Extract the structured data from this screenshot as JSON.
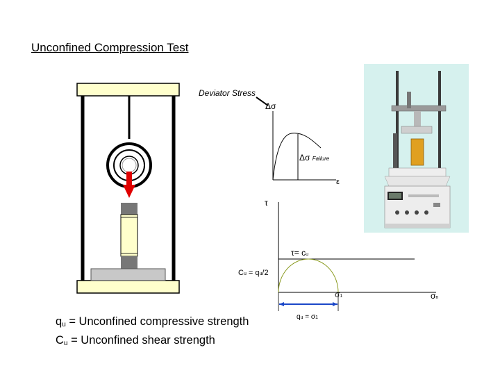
{
  "title": "Unconfined Compression Test",
  "stress_strain": {
    "ylabel": "Deviator Stress",
    "y_symbol": "Δσ",
    "failure_label_symbol": "Δσ",
    "failure_label_sub": "Failure",
    "x_symbol": "ε"
  },
  "mohr": {
    "tau_symbol": "τ",
    "envelope_label": "τ= c",
    "envelope_sub": "u",
    "cu_label": "C",
    "cu_sub": "u",
    "cu_eq": " = q",
    "cu_eq_sub": "u",
    "cu_div": "/2",
    "sigma1_symbol": "σ",
    "sigma1_sub": "1",
    "sigman_symbol": "σ",
    "sigman_sub": "n",
    "qu_label": "q",
    "qu_sub": "u",
    "qu_eq": " = σ",
    "qu_eq_sub": "1"
  },
  "legend": {
    "line1_sym": "q",
    "line1_sub": "u",
    "line1_text": " = Unconfined compressive strength",
    "line2_sym": "C",
    "line2_sub": "u",
    "line2_text": " = Unconfined shear strength"
  },
  "colors": {
    "frame_cream": "#ffffcc",
    "sample_cream": "#ffffcc",
    "arrow_red": "#e00000",
    "base_gray": "#c8c8c8",
    "platen_gray": "#777777",
    "circle_green": "#8a9a20",
    "dim_blue": "#1a47c8",
    "photo_bg": "#d6f1ee"
  }
}
